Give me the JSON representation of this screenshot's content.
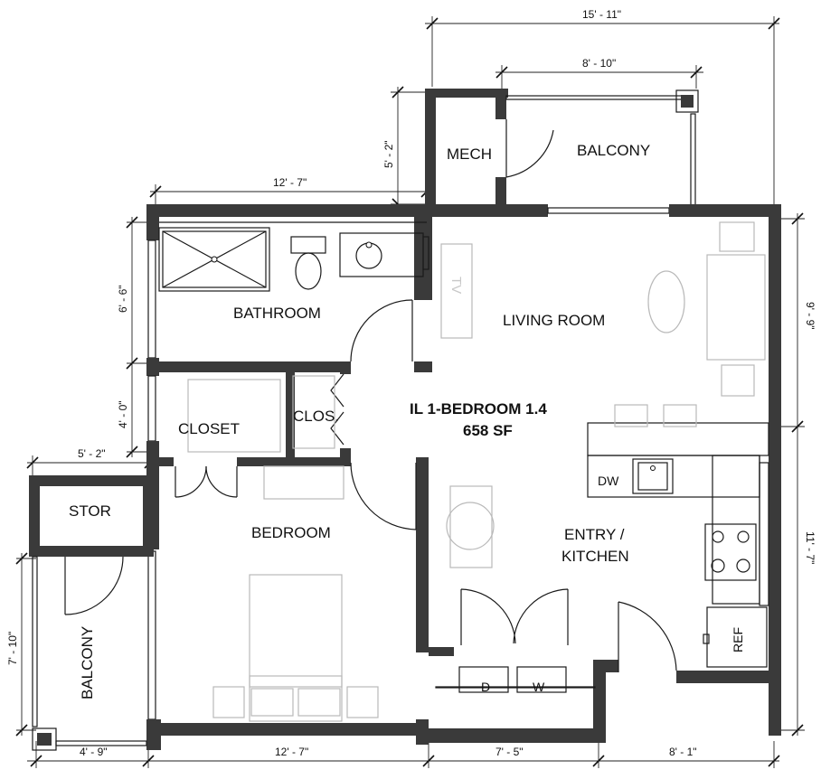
{
  "plan": {
    "title": "IL 1-BEDROOM 1.4",
    "area": "658 SF"
  },
  "rooms": {
    "mech": "MECH",
    "balcony_top": "BALCONY",
    "bathroom": "BATHROOM",
    "living_room": "LIVING ROOM",
    "closet": "CLOSET",
    "clos": "CLOS.",
    "stor": "STOR",
    "bedroom": "BEDROOM",
    "entry_line1": "ENTRY /",
    "entry_line2": "KITCHEN",
    "balcony_left": "BALCONY"
  },
  "appliances": {
    "dishwasher": "DW",
    "dryer": "D",
    "washer": "W",
    "refrigerator": "REF",
    "tv": "TV"
  },
  "dimensions": {
    "top_overall": "15' - 11\"",
    "top_balcony": "8' - 10\"",
    "mech_height": "5' - 2\"",
    "upper_width": "12' - 7\"",
    "bathroom_height": "6' - 6\"",
    "closet_height": "4' - 0\"",
    "left_jog": "5' - 2\"",
    "left_balcony_height": "7' - 10\"",
    "living_height": "9' - 9\"",
    "kitchen_height": "11' - 7\"",
    "bottom_balcony": "4' - 9\"",
    "bottom_bedroom": "12' - 7\"",
    "bottom_laundry": "7' - 5\"",
    "bottom_entry": "8' - 1\""
  }
}
